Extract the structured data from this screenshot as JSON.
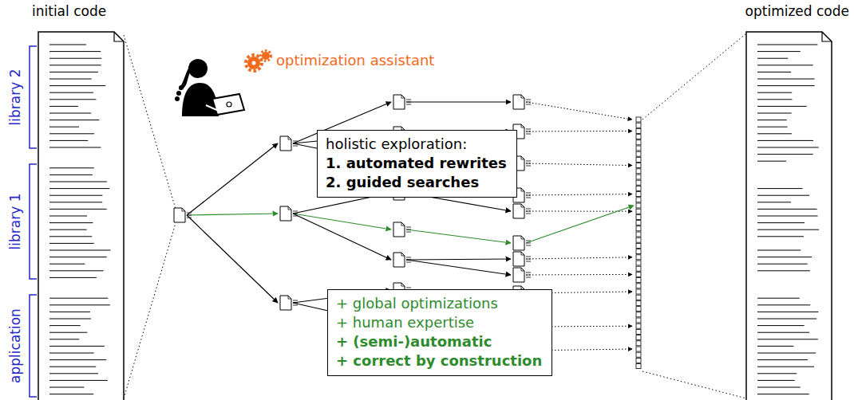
{
  "diagram": {
    "nodes": [
      {
        "text": [
          "holistic exploration:",
          "1. automated rewrites",
          "2. guided searches"
        ]
      },
      {
        "text": [
          "+ global optimizations",
          "+ human expertise",
          "+ (semi-)automatic",
          "+ correct by construction"
        ]
      }
    ],
    "labels": [
      "initial code",
      "optimized code",
      "library 2",
      "library 1",
      "application",
      "optimization assistant"
    ]
  }
}
